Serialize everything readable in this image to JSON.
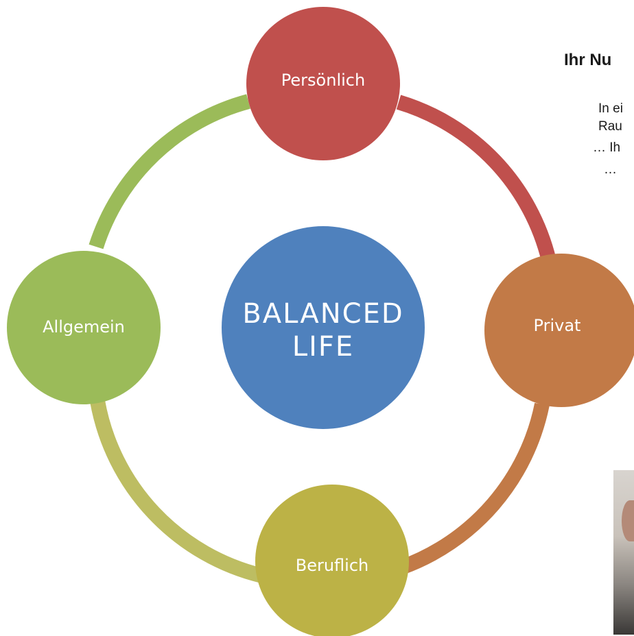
{
  "diagram": {
    "center": {
      "line1": "BALANCED",
      "line2": "LIFE",
      "color": "#4f81bd"
    },
    "nodes": [
      {
        "id": "persoenlich",
        "label": "Persönlich",
        "color": "#c0504d"
      },
      {
        "id": "privat",
        "label": "Privat",
        "color": "#c27a47"
      },
      {
        "id": "beruflich",
        "label": "Beruflich",
        "color": "#bcb246"
      },
      {
        "id": "allgemein",
        "label": "Allgemein",
        "color": "#9bbb59"
      }
    ],
    "arc_colors": {
      "top_right": "#c0504d",
      "bottom_right": "#c27a47",
      "bottom_left": "#bdbd62",
      "top_left": "#9bbb59"
    }
  },
  "content": {
    "heading": "Ihr Nu",
    "para1_line1": "In ei",
    "para1_line2": "Rau",
    "para2": "… Ih",
    "para3": "…"
  }
}
